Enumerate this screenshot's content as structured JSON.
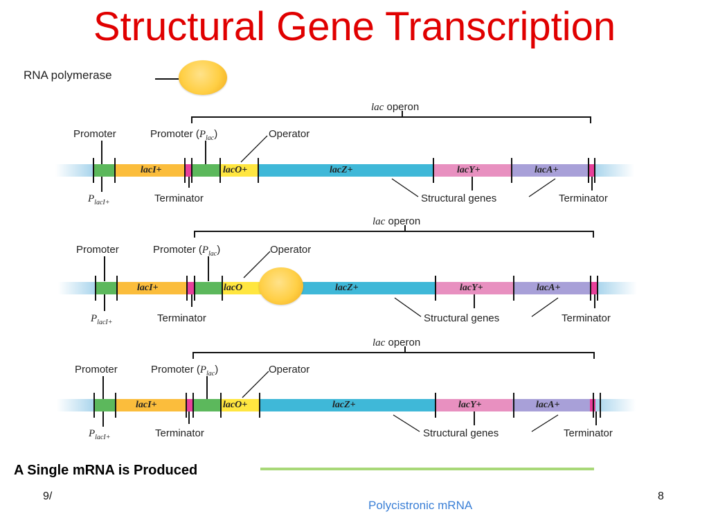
{
  "title": "Structural Gene Transcription",
  "rna_polymerase_label": "RNA polymerase",
  "operon_label_italic": "lac",
  "operon_label_text": "operon",
  "labels": {
    "promoter": "Promoter",
    "promoter_lac_prefix": "Promoter (",
    "promoter_lac_symbol": "P",
    "promoter_lac_sub": "lac",
    "promoter_lac_suffix": ")",
    "operator": "Operator",
    "placi_symbol": "P",
    "placi_sub": "lacI+",
    "terminator": "Terminator",
    "structural_genes": "Structural genes"
  },
  "genes": {
    "laci": "lacI+",
    "laco": "lacO+",
    "lacz": "lacZ+",
    "lacy": "lacY+",
    "laca": "lacA+"
  },
  "colors": {
    "title": "#e00000",
    "promoter_green": "#5cb85c",
    "laci_orange": "#fbbd3c",
    "terminator_pink": "#e8409a",
    "laco_yellow": "#ffe640",
    "lacz_blue": "#3fb8d8",
    "lacy_pink": "#e890c0",
    "laca_lavender": "#a8a0d8",
    "mrna_green": "#a8d878",
    "polycistronic_blue": "#3a7fd6"
  },
  "footer": {
    "single_mrna": "A Single mRNA is Produced",
    "polycistronic": "Polycistronic mRNA",
    "date_fragment": "9/",
    "page_number": "8"
  }
}
